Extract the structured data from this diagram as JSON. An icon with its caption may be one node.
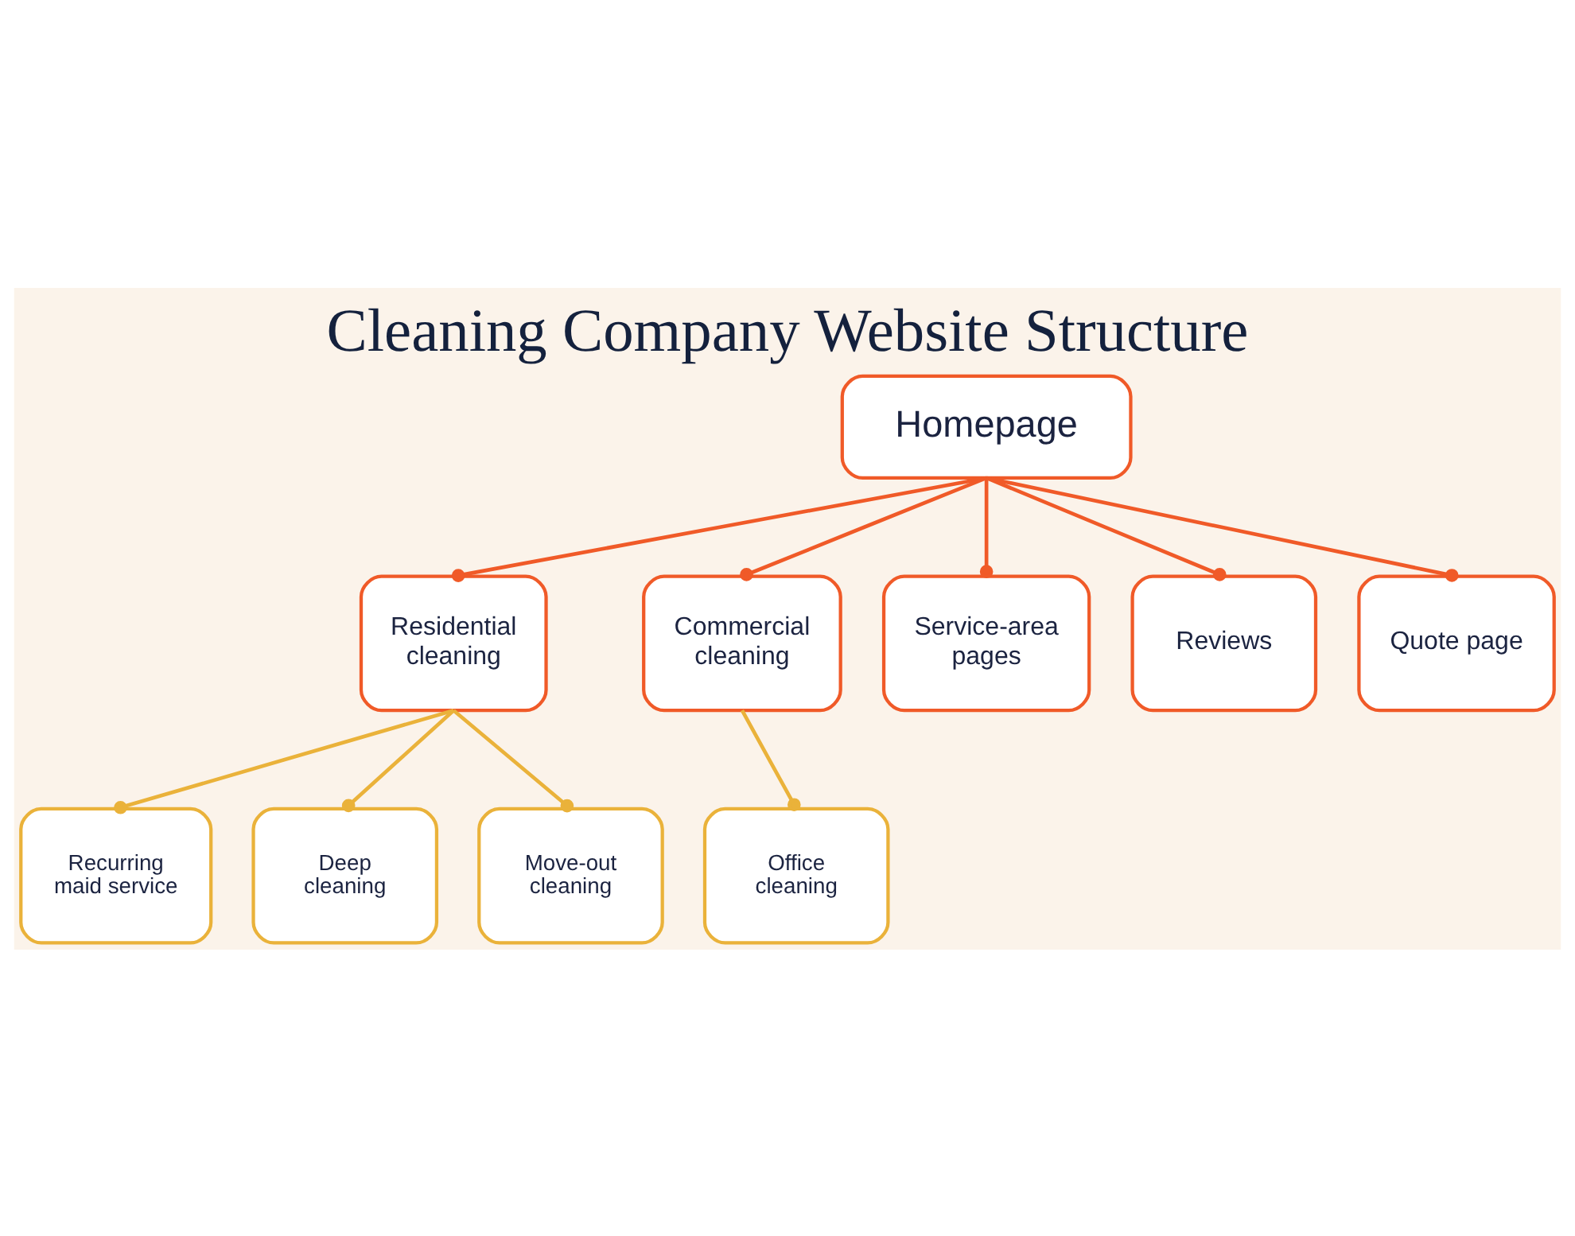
{
  "diagram": {
    "title": "Cleaning Company Website Structure",
    "nodes": [
      {
        "text": [
          "Homepage"
        ]
      },
      {
        "text": [
          "Residential cleaning"
        ]
      },
      {
        "text": [
          "Commercial cleaning"
        ]
      },
      {
        "text": [
          "Service-area pages"
        ]
      },
      {
        "text": [
          "Reviews"
        ]
      },
      {
        "text": [
          "Quote page"
        ]
      },
      {
        "text": [
          "Recurring maid service"
        ]
      },
      {
        "text": [
          "Deep cleaning"
        ]
      },
      {
        "text": [
          "Move-out cleaning"
        ]
      },
      {
        "text": [
          "Office cleaning"
        ]
      }
    ],
    "edges": [
      {
        "from": 0,
        "to": 1,
        "arrow": "other"
      },
      {
        "from": 0,
        "to": 2,
        "arrow": "other"
      },
      {
        "from": 0,
        "to": 3,
        "arrow": "other"
      },
      {
        "from": 0,
        "to": 4,
        "arrow": "other"
      },
      {
        "from": 0,
        "to": 5,
        "arrow": "other"
      },
      {
        "from": 1,
        "to": 6,
        "arrow": "other",
        "color": "#eab23a"
      },
      {
        "from": 1,
        "to": 7,
        "arrow": "other",
        "color": "#eab23a"
      },
      {
        "from": 1,
        "to": 8,
        "arrow": "other",
        "color": "#eab23a"
      },
      {
        "from": 2,
        "to": 9,
        "arrow": "other",
        "color": "#eab23a"
      }
    ]
  }
}
